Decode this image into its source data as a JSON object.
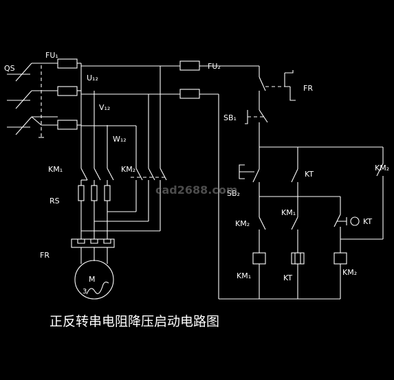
{
  "labels": {
    "qs": "QS",
    "fu1": "FU₁",
    "fu2": "FU₂",
    "u12": "U₁₂",
    "v12": "V₁₂",
    "w12": "W₁₂",
    "km1_main": "KM₁",
    "km2_main": "KM₂",
    "rs": "RS",
    "fr_main": "FR",
    "motor": "M",
    "motor_phase": "3",
    "fr_ctrl": "FR",
    "sb1": "SB₁",
    "sb2": "SB₂",
    "kt_contact": "KT",
    "km2_contact_right": "KM₂",
    "km2_contact_left": "KM₂",
    "km1_contact": "KM₁",
    "kt_timed": "KT",
    "km1_coil": "KM₁",
    "kt_coil": "KT",
    "km2_coil": "KM₂"
  },
  "watermark": "cad2688.com",
  "caption": "正反转串电阻降压启动电路图",
  "colors": {
    "background": "#000000",
    "line": "#ffffff"
  }
}
